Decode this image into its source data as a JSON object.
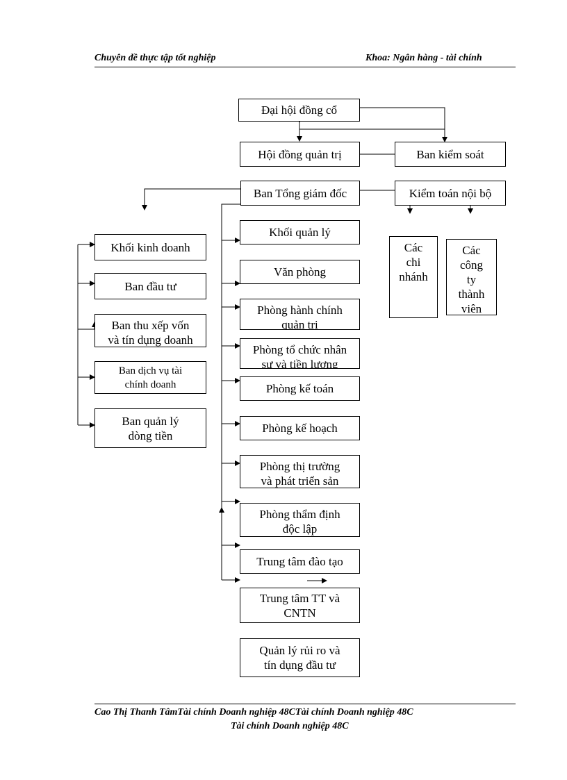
{
  "header": {
    "left": "Chuyên đề thực tập tốt nghiệp",
    "right": "Khoa: Ngân hàng - tài chính"
  },
  "org_chart": {
    "top": {
      "shareholders": "Đại hội đồng cổ",
      "board": "Hội đồng quản trị",
      "supervisory": "Ban kiểm soát",
      "ceo": "Ban Tổng giám đốc",
      "internal_audit": "Kiểm toán nội bộ"
    },
    "branches": "Các\nchi\nnhánh",
    "members": "Các\ncông\nty\nthành\nviên",
    "business_units": [
      "Khối kinh doanh",
      "Ban đầu tư",
      "Ban thu xếp vốn\nvà tín dụng doanh",
      "Ban dịch vụ tài\nchính doanh",
      "Ban quản lý\ndòng tiền"
    ],
    "departments": [
      "Khối quản lý",
      "Văn phòng",
      "Phòng hành chính\nquản trị",
      "Phòng tổ chức nhân\nsự và tiền lương",
      "Phòng kế toán",
      "Phòng kế hoạch",
      "Phòng thị trường\nvà phát triển sản",
      "Phòng thẩm định\nđộc lập",
      "Trung tâm đào tạo",
      "Trung tâm TT và\nCNTN",
      "Quản lý rủi ro và\ntín dụng đầu tư"
    ]
  },
  "footer": {
    "line1": "Cao Thị Thanh TâmTài chính Doanh nghiệp 48CTài chính Doanh nghiệp 48C",
    "line2": "Tài chính Doanh nghiệp 48C"
  }
}
